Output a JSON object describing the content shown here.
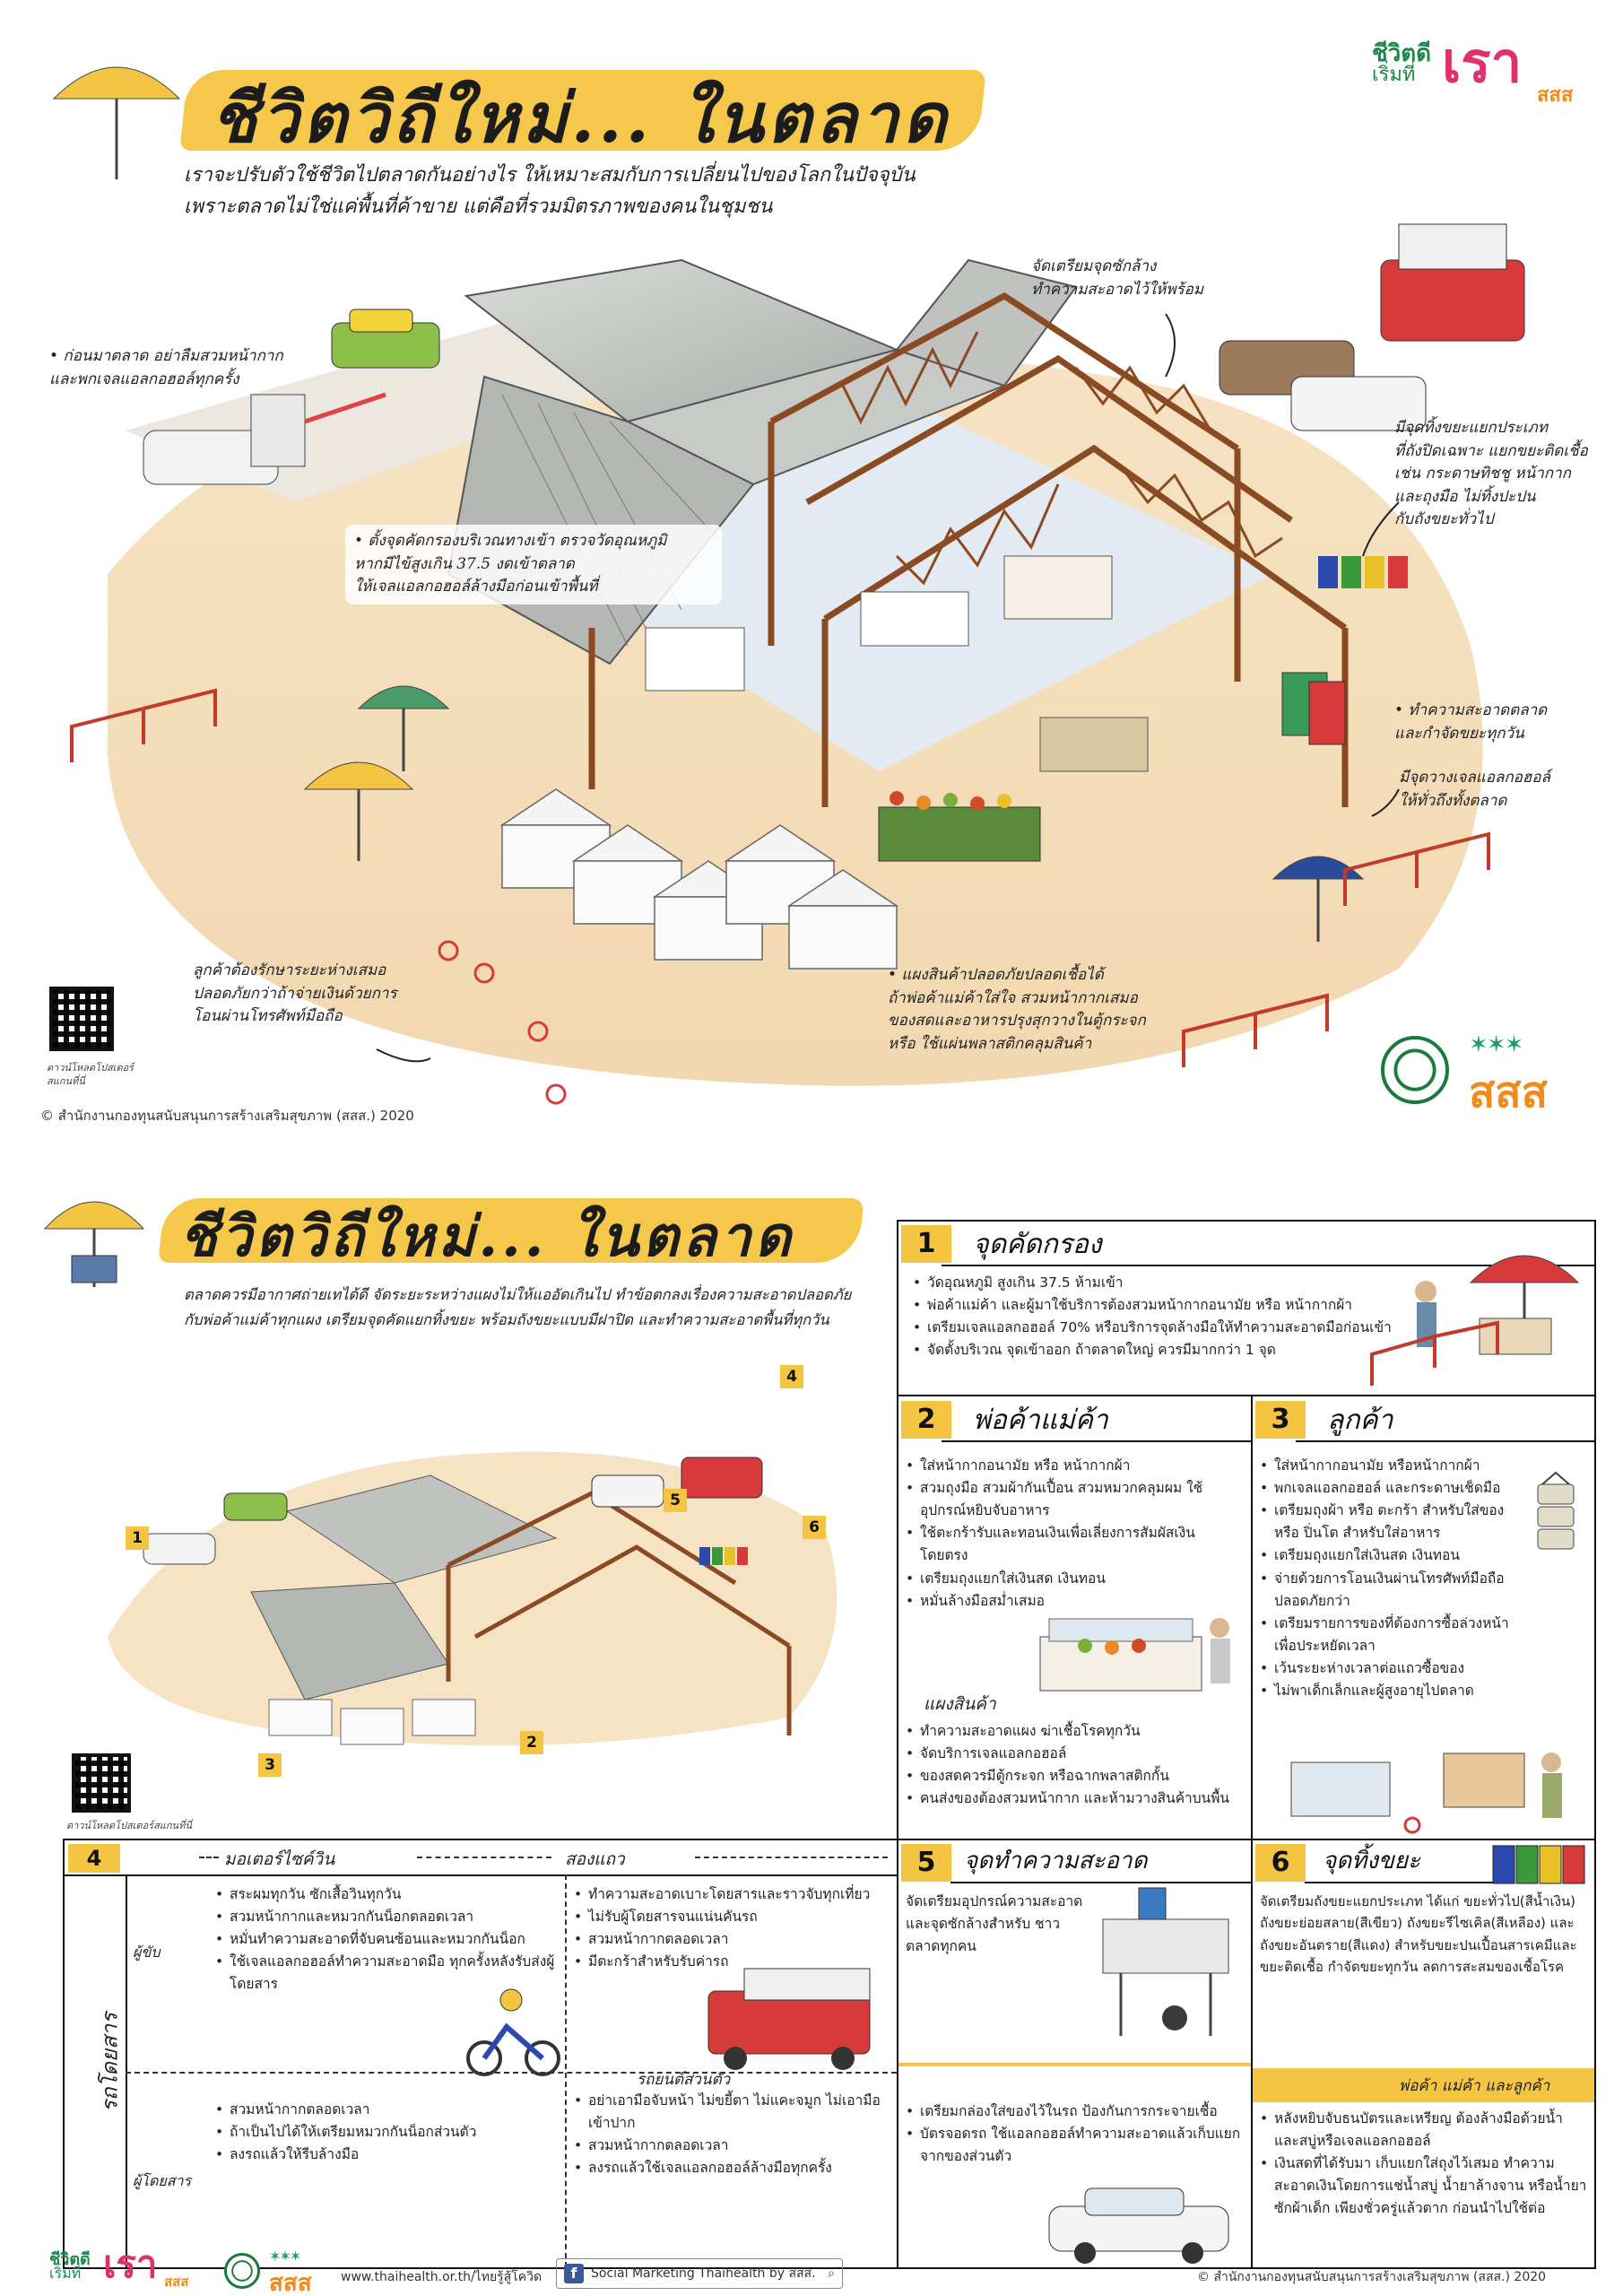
{
  "poster": {
    "title": "ชีวิตวิถีใหม่... ในตลาด",
    "intro_line1": "เราจะปรับตัวใช้ชีวิตไปตลาดกันอย่างไร ให้เหมาะสมกับการเปลี่ยนไปของโลกในปัจจุบัน",
    "intro_line2": "เพราะตลาดไม่ใช่แค่พื้นที่ค้าขาย แต่คือที่รวมมิตรภาพของคนในชุมชน"
  },
  "brand": {
    "line1": "ชีวิตดี",
    "line2": "เริ่มที่",
    "big": "เรา",
    "sss": "สสส"
  },
  "annotations": {
    "before_market": "• ก่อนมาตลาด อย่าลืมสวมหน้ากาก\nและพกเจลแอลกอฮอล์ทุกครั้ง",
    "screening": "• ตั้งจุดคัดกรองบริเวณทางเข้า ตรวจวัดอุณหภูมิ\nหากมีไข้สูงเกิน 37.5 งดเข้าตลาด\nให้เจลแอลกอฮอล์ล้างมือก่อนเข้าพื้นที่",
    "washing": "จัดเตรียมจุดซักล้าง\nทำความสะอาดไว้ให้พร้อม",
    "bins": "มีจุดทิ้งขยะแยกประเภท\nที่ถังปิดเฉพาะ แยกขยะติดเชื้อ\nเช่น กระดาษทิชชู หน้ากาก\nและถุงมือ ไม่ทิ้งปะปน\nกับถังขยะทั่วไป",
    "clean_daily": "• ทำความสะอาดตลาด\nและกำจัดขยะทุกวัน",
    "gel_points": "มีจุดวางเจลแอลกอฮอล์\nให้ทั่วถึงทั้งตลาด",
    "distance": "ลูกค้าต้องรักษาระยะห่างเสมอ\nปลอดภัยกว่าถ้าจ่ายเงินด้วยการ\nโอนผ่านโทรศัพท์มือถือ",
    "stalls": "• แผงสินค้าปลอดภัยปลอดเชื้อได้\nถ้าพ่อค้าแม่ค้าใส่ใจ สวมหน้ากากเสมอ\nของสดและอาหารปรุงสุกวางในตู้กระจก\nหรือ ใช้แผ่นพลาสติกคลุมสินค้า"
  },
  "qr_caption_top": "ดาวน์โหลดโปสเตอร์\nสแกนที่นี่",
  "copyright_top": "© สำนักงานกองทุนสนับสนุนการสร้างเสริมสุขภาพ (สสส.) 2020",
  "panel": {
    "title": "ชีวิตวิถีใหม่... ในตลาด",
    "intro_line1": "ตลาดควรมีอากาศถ่ายเทได้ดี จัดระยะระหว่างแผงไม่ให้แออัดเกินไป ทำข้อตกลงเรื่องความสะอาดปลอดภัย",
    "intro_line2": "กับพ่อค้าแม่ค้าทุกแผง เตรียมจุดคัดแยกทิ้งขยะ พร้อมถังขยะแบบมีฝาปิด และทำความสะอาดพื้นที่ทุกวัน",
    "qr_caption": "ดาวน์โหลดโปสเตอร์สแกนที่นี่",
    "map_badges": [
      "1",
      "2",
      "3",
      "4",
      "5",
      "6"
    ],
    "s1": {
      "num": "1",
      "title": "จุดคัดกรอง",
      "items": [
        "วัดอุณหภูมิ สูงเกิน 37.5 ห้ามเข้า",
        "พ่อค้าแม่ค้า และผู้มาใช้บริการต้องสวมหน้ากากอนามัย หรือ หน้ากากผ้า",
        "เตรียมเจลแอลกอฮอล์ 70% หรือบริการจุดล้างมือให้ทำความสะอาดมือก่อนเข้า",
        "จัดตั้งบริเวณ จุดเข้าออก ถ้าตลาดใหญ่ ควรมีมากกว่า 1 จุด"
      ]
    },
    "s2": {
      "num": "2",
      "title": "พ่อค้าแม่ค้า",
      "items": [
        "ใส่หน้ากากอนามัย หรือ หน้ากากผ้า",
        "สวมถุงมือ สวมผ้ากันเปื้อน สวมหมวกคลุมผม ใช้อุปกรณ์หยิบจับอาหาร",
        "ใช้ตะกร้ารับและทอนเงินเพื่อเลี่ยงการสัมผัสเงินโดยตรง",
        "เตรียมถุงแยกใส่เงินสด เงินทอน",
        "หมั่นล้างมือสม่ำเสมอ"
      ],
      "sub_title": "แผงสินค้า",
      "sub_items": [
        "ทำความสะอาดแผง ฆ่าเชื้อโรคทุกวัน",
        "จัดบริการเจลแอลกอฮอล์",
        "ของสดควรมีตู้กระจก หรือฉากพลาสติกกั้น",
        "คนส่งของต้องสวมหน้ากาก และห้ามวางสินค้าบนพื้น"
      ]
    },
    "s3": {
      "num": "3",
      "title": "ลูกค้า",
      "items": [
        "ใส่หน้ากากอนามัย หรือหน้ากากผ้า",
        "พกเจลแอลกอฮอล์ และกระดาษเช็ดมือ",
        "เตรียมถุงผ้า หรือ ตะกร้า สำหรับใส่ของ หรือ ปิ่นโต สำหรับใส่อาหาร",
        "เตรียมถุงแยกใส่เงินสด เงินทอน",
        "จ่ายด้วยการโอนเงินผ่านโทรศัพท์มือถือ ปลอดภัยกว่า",
        "เตรียมรายการของที่ต้องการซื้อล่วงหน้า เพื่อประหยัดเวลา",
        "เว้นระยะห่างเวลาต่อแถวซื้อของ",
        "ไม่พาเด็กเล็กและผู้สูงอายุไปตลาด"
      ]
    },
    "s4": {
      "num": "4",
      "col_moto": "มอเตอร์ไซค์วิน",
      "col_songthaew": "สองแถว",
      "row_label": "รถโดยสาร",
      "row_driver": "ผู้ขับ",
      "row_passenger": "ผู้โดยสาร",
      "private_car": "รถยนต์ส่วนตัว",
      "moto_driver": [
        "สระผมทุกวัน ซักเสื้อวินทุกวัน",
        "สวมหน้ากากและหมวกกันน็อกตลอดเวลา",
        "หมั่นทำความสะอาดที่จับคนซ้อนและหมวกกันน็อก",
        "ใช้เจลแอลกอฮอล์ทำความสะอาดมือ ทุกครั้งหลังรับส่งผู้โดยสาร"
      ],
      "songthaew_driver": [
        "ทำความสะอาดเบาะโดยสารและราวจับทุกเที่ยว",
        "ไม่รับผู้โดยสารจนแน่นคันรถ",
        "สวมหน้ากากตลอดเวลา",
        "มีตะกร้าสำหรับรับค่ารถ"
      ],
      "moto_passenger": [
        "สวมหน้ากากตลอดเวลา",
        "ถ้าเป็นไปได้ให้เตรียมหมวกกันน็อกส่วนตัว",
        "ลงรถแล้วให้รีบล้างมือ"
      ],
      "songthaew_passenger": [
        "อย่าเอามือจับหน้า ไม่ขยี้ตา ไม่แคะจมูก ไม่เอามือเข้าปาก",
        "สวมหน้ากากตลอดเวลา",
        "ลงรถแล้วใช้เจลแอลกอฮอล์ล้างมือทุกครั้ง"
      ],
      "private_items": [
        "เตรียมกล่องใส่ของไว้ในรถ ป้องกันการกระจายเชื้อ",
        "บัตรจอดรถ ใช้แอลกอฮอล์ทำความสะอาดแล้วเก็บแยกจากของส่วนตัว"
      ]
    },
    "s5": {
      "num": "5",
      "title": "จุดทำความสะอาด",
      "body": "จัดเตรียมอุปกรณ์ความสะอาด และจุดซักล้างสำหรับ ชาวตลาดทุกคน"
    },
    "s6": {
      "num": "6",
      "title": "จุดทิ้งขยะ",
      "body": "จัดเตรียมถังขยะแยกประเภท ได้แก่ ขยะทั่วไป(สีน้ำเงิน) ถังขยะย่อยสลาย(สีเขียว) ถังขยะรีไซเคิล(สีเหลือง) และถังขยะอันตราย(สีแดง) สำหรับขยะปนเปื้อนสารเคมีและขยะติดเชื้อ กำจัดขยะทุกวัน ลดการสะสมของเชื้อโรค",
      "sub_title": "พ่อค้า แม่ค้า และลูกค้า",
      "sub_items": [
        "หลังหยิบจับธนบัตรและเหรียญ ต้องล้างมือด้วยน้ำและสบู่หรือเจลแอลกอฮอล์",
        "เงินสดที่ได้รับมา เก็บแยกใส่ถุงไว้เสมอ ทำความสะอาดเงินโดยการแช่น้ำสบู่ น้ำยาล้างจาน หรือน้ำยาซักผ้าเด็ก เพียงชั่วครู่แล้วตาก ก่อนนำไปใช้ต่อ"
      ]
    }
  },
  "footer": {
    "website": "www.thaihealth.or.th/ไทยรู้สู้โควิด",
    "facebook": "Social Marketing Thaihealth by สสส.",
    "copyright": "© สำนักงานกองทุนสนับสนุนการสร้างเสริมสุขภาพ (สสส.) 2020"
  }
}
